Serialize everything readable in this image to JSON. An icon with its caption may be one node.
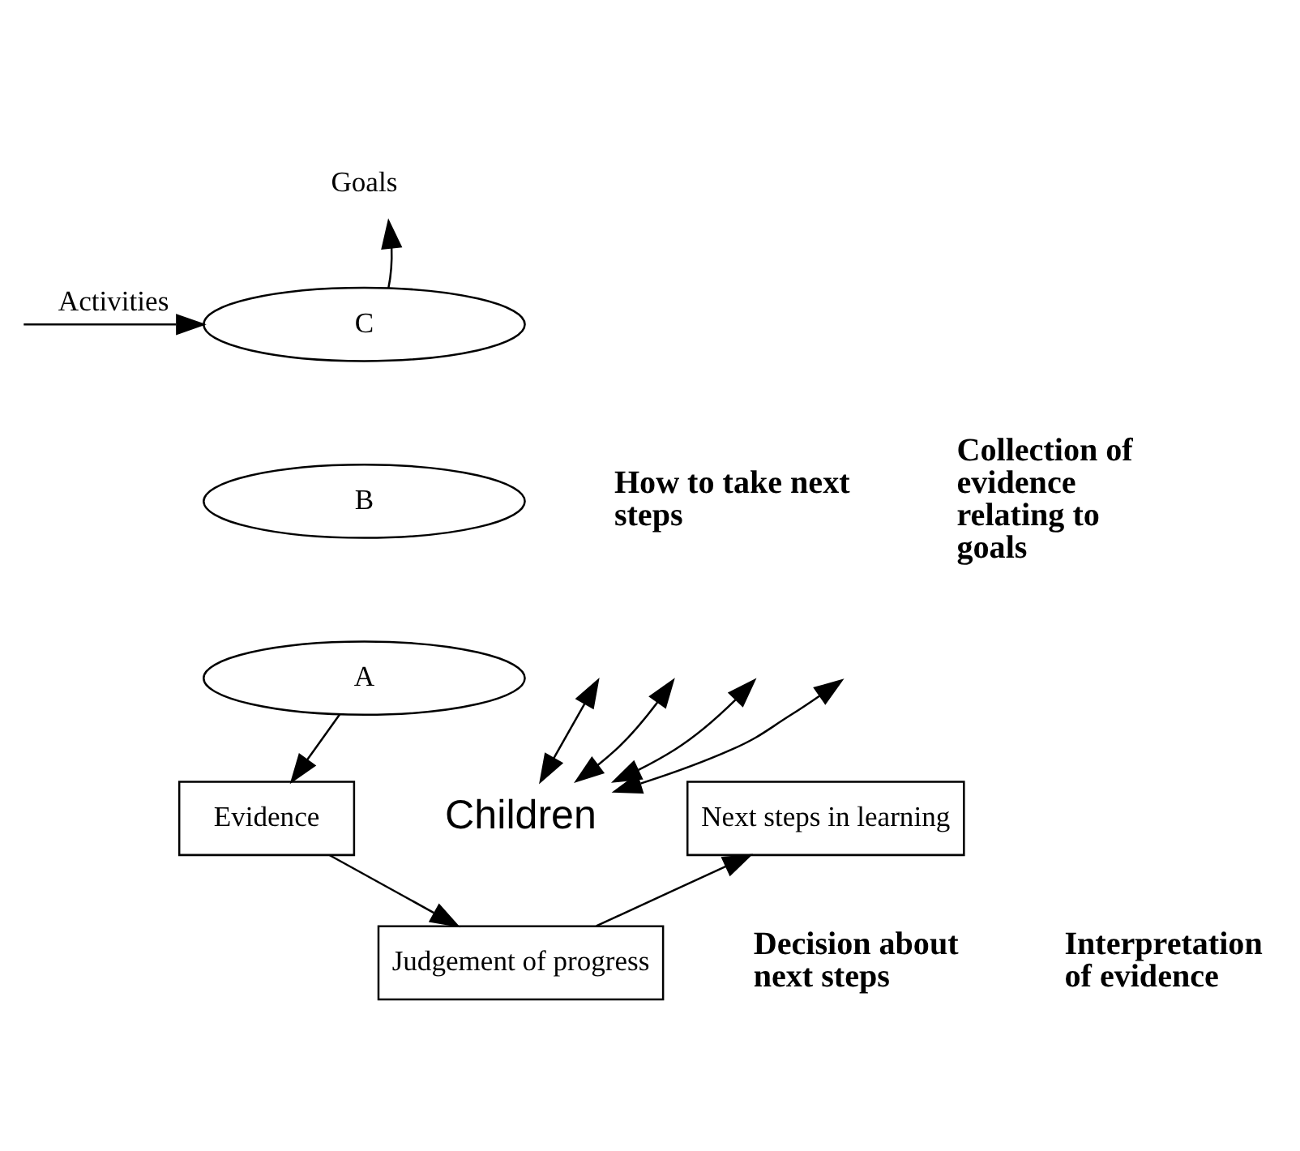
{
  "diagram": {
    "nodes": [
      {
        "text": [
          "Goals"
        ]
      },
      {
        "text": [
          "C"
        ]
      },
      {
        "text": [
          "B"
        ]
      },
      {
        "text": [
          "A"
        ]
      },
      {
        "text": [
          "Next steps in learning"
        ]
      },
      {
        "text": [
          "Children"
        ]
      },
      {
        "text": [
          "Judgement of progress"
        ]
      },
      {
        "text": [
          "Evidence"
        ]
      }
    ],
    "edges": [
      {
        "from": 1,
        "to": 0,
        "arrow": "to"
      },
      {
        "from": null,
        "to": 1,
        "arrow": "to",
        "label": "Activities"
      },
      {
        "from": 3,
        "to": 7,
        "arrow": "to"
      },
      {
        "from": 7,
        "to": 6,
        "arrow": "to"
      },
      {
        "from": 6,
        "to": 4,
        "arrow": "to"
      },
      {
        "from": null,
        "to": 5,
        "arrow": "both"
      },
      {
        "from": null,
        "to": 5,
        "arrow": "both"
      },
      {
        "from": null,
        "to": 5,
        "arrow": "both"
      },
      {
        "from": null,
        "to": 5,
        "arrow": "both"
      }
    ],
    "labels": [
      "How to take next steps",
      "Collection of evidence relating to goals",
      "Decision about next steps",
      "Interpretation of evidence"
    ]
  }
}
